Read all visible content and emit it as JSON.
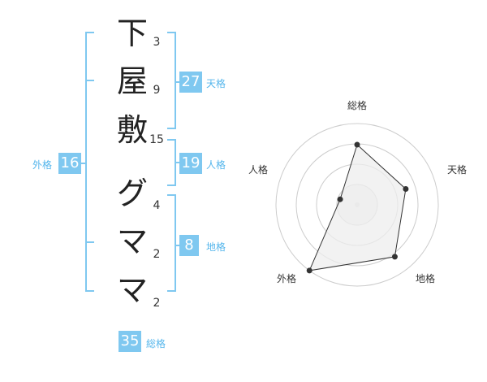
{
  "name": {
    "characters": [
      "下",
      "屋",
      "敷",
      "グ",
      "マ",
      "マ"
    ],
    "strokes": [
      "3",
      "9",
      "15",
      "4",
      "2",
      "2"
    ]
  },
  "fortunes": {
    "tenkaku": {
      "value": "27",
      "label": "天格"
    },
    "jinkaku": {
      "value": "19",
      "label": "人格"
    },
    "chikaku": {
      "value": "8",
      "label": "地格"
    },
    "gaikaku": {
      "value": "16",
      "label": "外格"
    },
    "soukaku": {
      "value": "35",
      "label": "総格"
    }
  },
  "radar": {
    "axes": [
      "総格",
      "天格",
      "地格",
      "外格",
      "人格"
    ],
    "rings": 4,
    "values": [
      0.74,
      0.63,
      0.79,
      1.0,
      0.22
    ],
    "colors": {
      "line": "#333333",
      "fill": "#eeeeee",
      "grid": "#cccccc",
      "bracket": "#7fc8f0"
    }
  }
}
